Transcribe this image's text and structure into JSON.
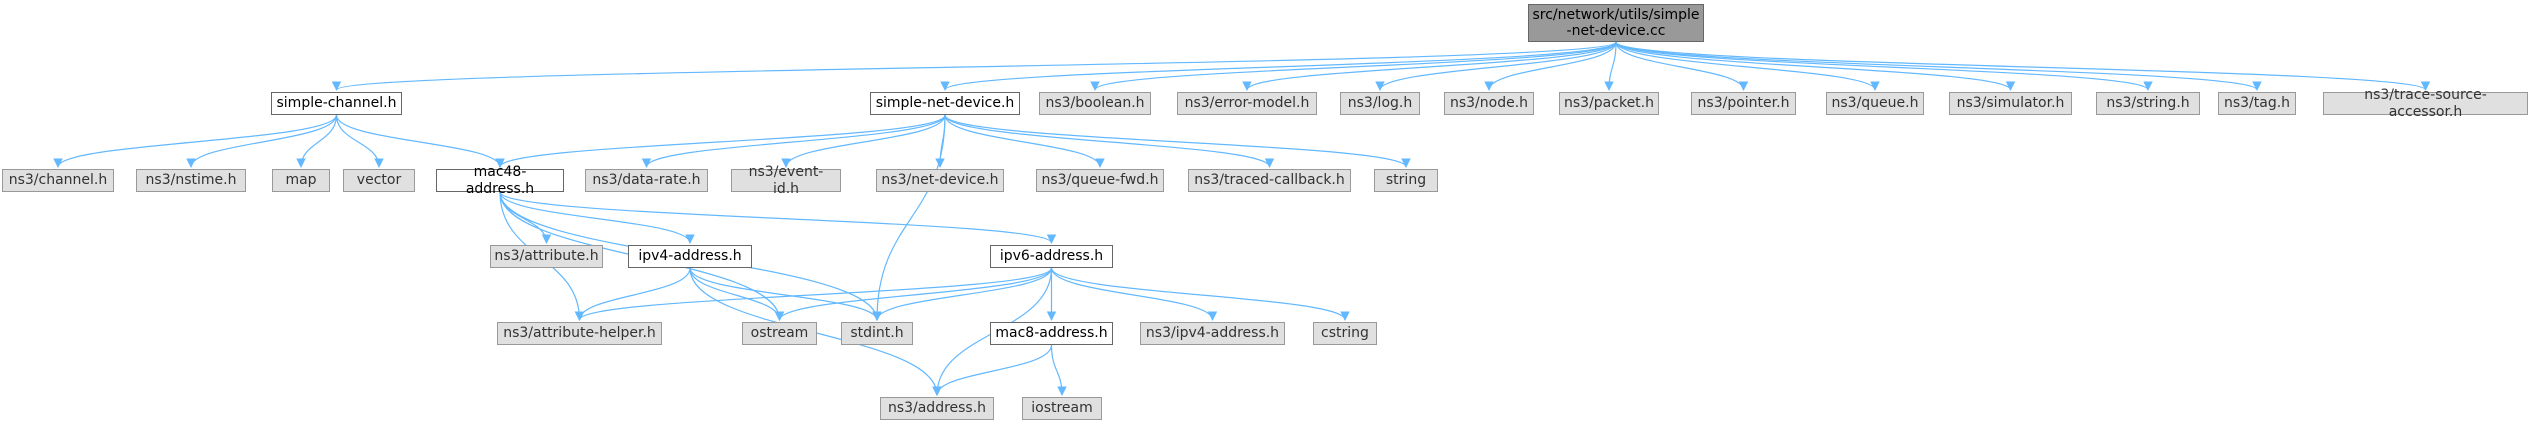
{
  "diagram": {
    "edge_color": "#63b8ff",
    "colors": {
      "root_fill": "#999999",
      "local_fill": "#ffffff",
      "external_fill": "#e0e0e0",
      "border": "#666666"
    },
    "nodes": [
      {
        "id": "root",
        "label": "src/network/utils/simple\n-net-device.cc",
        "kind": "root"
      },
      {
        "id": "simple-channel",
        "label": "simple-channel.h",
        "kind": "local"
      },
      {
        "id": "simple-net-device",
        "label": "simple-net-device.h",
        "kind": "local"
      },
      {
        "id": "boolean",
        "label": "ns3/boolean.h",
        "kind": "external"
      },
      {
        "id": "error-model",
        "label": "ns3/error-model.h",
        "kind": "external"
      },
      {
        "id": "log",
        "label": "ns3/log.h",
        "kind": "external"
      },
      {
        "id": "node",
        "label": "ns3/node.h",
        "kind": "external"
      },
      {
        "id": "packet",
        "label": "ns3/packet.h",
        "kind": "external"
      },
      {
        "id": "pointer",
        "label": "ns3/pointer.h",
        "kind": "external"
      },
      {
        "id": "queue",
        "label": "ns3/queue.h",
        "kind": "external"
      },
      {
        "id": "simulator",
        "label": "ns3/simulator.h",
        "kind": "external"
      },
      {
        "id": "string-h",
        "label": "ns3/string.h",
        "kind": "external"
      },
      {
        "id": "tag",
        "label": "ns3/tag.h",
        "kind": "external"
      },
      {
        "id": "trace-source-accessor",
        "label": "ns3/trace-source-accessor.h",
        "kind": "external"
      },
      {
        "id": "channel",
        "label": "ns3/channel.h",
        "kind": "external"
      },
      {
        "id": "nstime",
        "label": "ns3/nstime.h",
        "kind": "external"
      },
      {
        "id": "map",
        "label": "map",
        "kind": "external"
      },
      {
        "id": "vector",
        "label": "vector",
        "kind": "external"
      },
      {
        "id": "mac48-address",
        "label": "mac48-address.h",
        "kind": "local"
      },
      {
        "id": "data-rate",
        "label": "ns3/data-rate.h",
        "kind": "external"
      },
      {
        "id": "event-id",
        "label": "ns3/event-id.h",
        "kind": "external"
      },
      {
        "id": "net-device",
        "label": "ns3/net-device.h",
        "kind": "external"
      },
      {
        "id": "queue-fwd",
        "label": "ns3/queue-fwd.h",
        "kind": "external"
      },
      {
        "id": "traced-callback",
        "label": "ns3/traced-callback.h",
        "kind": "external"
      },
      {
        "id": "string",
        "label": "string",
        "kind": "external"
      },
      {
        "id": "attribute",
        "label": "ns3/attribute.h",
        "kind": "external"
      },
      {
        "id": "ipv4-address",
        "label": "ipv4-address.h",
        "kind": "local"
      },
      {
        "id": "ipv6-address",
        "label": "ipv6-address.h",
        "kind": "local"
      },
      {
        "id": "attribute-helper",
        "label": "ns3/attribute-helper.h",
        "kind": "external"
      },
      {
        "id": "ostream",
        "label": "ostream",
        "kind": "external"
      },
      {
        "id": "stdint",
        "label": "stdint.h",
        "kind": "external"
      },
      {
        "id": "mac8-address",
        "label": "mac8-address.h",
        "kind": "local"
      },
      {
        "id": "ns3-ipv4-address",
        "label": "ns3/ipv4-address.h",
        "kind": "external"
      },
      {
        "id": "cstring",
        "label": "cstring",
        "kind": "external"
      },
      {
        "id": "address",
        "label": "ns3/address.h",
        "kind": "external"
      },
      {
        "id": "iostream",
        "label": "iostream",
        "kind": "external"
      }
    ],
    "edges": [
      [
        "root",
        "simple-channel"
      ],
      [
        "root",
        "simple-net-device"
      ],
      [
        "root",
        "boolean"
      ],
      [
        "root",
        "error-model"
      ],
      [
        "root",
        "log"
      ],
      [
        "root",
        "node"
      ],
      [
        "root",
        "packet"
      ],
      [
        "root",
        "pointer"
      ],
      [
        "root",
        "queue"
      ],
      [
        "root",
        "simulator"
      ],
      [
        "root",
        "string-h"
      ],
      [
        "root",
        "tag"
      ],
      [
        "root",
        "trace-source-accessor"
      ],
      [
        "simple-channel",
        "channel"
      ],
      [
        "simple-channel",
        "nstime"
      ],
      [
        "simple-channel",
        "map"
      ],
      [
        "simple-channel",
        "vector"
      ],
      [
        "simple-channel",
        "mac48-address"
      ],
      [
        "simple-net-device",
        "mac48-address"
      ],
      [
        "simple-net-device",
        "data-rate"
      ],
      [
        "simple-net-device",
        "event-id"
      ],
      [
        "simple-net-device",
        "net-device"
      ],
      [
        "simple-net-device",
        "queue-fwd"
      ],
      [
        "simple-net-device",
        "traced-callback"
      ],
      [
        "simple-net-device",
        "string"
      ],
      [
        "simple-net-device",
        "stdint"
      ],
      [
        "mac48-address",
        "attribute"
      ],
      [
        "mac48-address",
        "ipv4-address"
      ],
      [
        "mac48-address",
        "ipv6-address"
      ],
      [
        "mac48-address",
        "attribute-helper"
      ],
      [
        "mac48-address",
        "ostream"
      ],
      [
        "mac48-address",
        "stdint"
      ],
      [
        "ipv4-address",
        "attribute-helper"
      ],
      [
        "ipv4-address",
        "ostream"
      ],
      [
        "ipv4-address",
        "stdint"
      ],
      [
        "ipv4-address",
        "address"
      ],
      [
        "ipv6-address",
        "attribute-helper"
      ],
      [
        "ipv6-address",
        "ostream"
      ],
      [
        "ipv6-address",
        "stdint"
      ],
      [
        "ipv6-address",
        "mac8-address"
      ],
      [
        "ipv6-address",
        "ns3-ipv4-address"
      ],
      [
        "ipv6-address",
        "cstring"
      ],
      [
        "ipv6-address",
        "address"
      ],
      [
        "mac8-address",
        "address"
      ],
      [
        "mac8-address",
        "iostream"
      ]
    ]
  }
}
